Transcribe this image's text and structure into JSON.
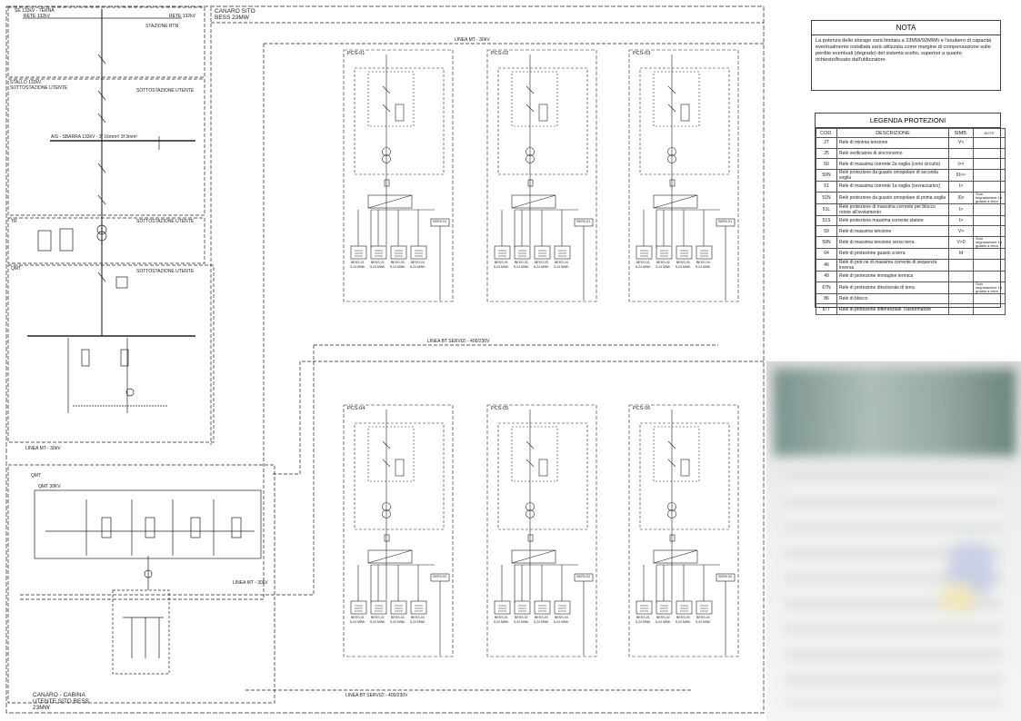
{
  "left_column": {
    "se_label": "SE 132kV - TERNA",
    "rete_label": "RETE 132kV",
    "rete_label_right": "RETE 132kV",
    "stazione_rtn": "STAZIONE RTN",
    "stallo_label": "STALLO 132kV SOTTOSTAZIONE UTENTE",
    "sottostazione_1": "SOTTOSTAZIONE UTENTE",
    "sottostazione_2": "SOTTOSTAZIONE UTENTE",
    "sottostazione_3": "SOTTOSTAZIONE UTENTE",
    "tr_label": "TR",
    "qmt_label": "QMT",
    "sbarra_label": "AIS - SBARRA 132kV - 3f 16mm²/ 3f 3mm²",
    "linea_mt_label": "LINEA MT - 30kV",
    "bottom_label": "CANARO - CABINA UTENTE SITO BESS 23MW",
    "qmt30_label": "QMT 30KV",
    "qmt_small": "QMT",
    "linea_mt_30kv": "LINEA MT - 30kV"
  },
  "header": {
    "canaro_label": "CANARO SITO BESS 23MW"
  },
  "pcs_blocks": [
    {
      "label": "PCS-01",
      "bess": [
        "BESS-01",
        "BESS-02",
        "BESS-03",
        "BESS-04"
      ],
      "serv": "SERV.01"
    },
    {
      "label": "PCS-02",
      "bess": [
        "BESS-01",
        "BESS-02",
        "BESS-03",
        "BESS-04"
      ],
      "serv": "SERV.01"
    },
    {
      "label": "PCS-03",
      "bess": [
        "BESS-01",
        "BESS-02",
        "BESS-03",
        "BESS-04"
      ],
      "serv": "SERV.01"
    },
    {
      "label": "PCS-04",
      "bess": [
        "BESS-01",
        "BESS-02",
        "BESS-03",
        "BESS-04"
      ],
      "serv": "SERV.02"
    },
    {
      "label": "PCS-05",
      "bess": [
        "BESS-01",
        "BESS-02",
        "BESS-03",
        "BESS-04"
      ],
      "serv": "SERV.02"
    },
    {
      "label": "PCS-06",
      "bess": [
        "BESS-01",
        "BESS-02",
        "BESS-03",
        "BESS-04"
      ],
      "serv": "SERV.02"
    }
  ],
  "bess_capacity": "5,24 MWh",
  "linea_bt_label": "LINEA BT SERVIZI - 400/230V",
  "linea_mt_top": "LINEA MT - 30kV",
  "nota": {
    "title": "NOTA",
    "text": "La potenza dello storage sarà limitata a 23MW/92MWh e l'esubero di capacità eventualmente installata sarà utilizzata come margine di compensazione sulle perdite eventuali (degrado) del sistema scelto, superiori a quanto richiesto/fissato dall'utilizzatore."
  },
  "legenda": {
    "title": "LEGENDA PROTEZIONI",
    "headers": {
      "cod": "COD.",
      "desc": "DESCRIZIONE",
      "simb": "SIMB.",
      "note": "NOTE"
    },
    "rows": [
      {
        "cod": "27",
        "desc": "Relè di minima tensione",
        "simb": "V<",
        "note": ""
      },
      {
        "cod": "25",
        "desc": "Relè verificatore di sincronismo",
        "simb": "",
        "note": ""
      },
      {
        "cod": "50",
        "desc": "Relè di massima corrente 2a soglia (corto circuito)",
        "simb": "I>>",
        "note": ""
      },
      {
        "cod": "50N",
        "desc": "Relè protezione da guasto omopolare di seconda soglia",
        "simb": "I0>>",
        "note": ""
      },
      {
        "cod": "51",
        "desc": "Relè di massima corrente 1a soglia (sovraccarico)",
        "simb": "I>",
        "note": ""
      },
      {
        "cod": "51N",
        "desc": "Relè protezione da guasto omopolare di prima soglia",
        "simb": "I0>",
        "note": "Solo segnalazione 1o guasto a terra"
      },
      {
        "cod": "51L",
        "desc": "Relè protezione di massima corrente per blocco rotore all'avviamento",
        "simb": "I>",
        "note": ""
      },
      {
        "cod": "51S",
        "desc": "Relè protezione massima corrente statore",
        "simb": "I>",
        "note": ""
      },
      {
        "cod": "59",
        "desc": "Relè di massima tensione",
        "simb": "V>",
        "note": ""
      },
      {
        "cod": "59N",
        "desc": "Relè di massima tensione verso terra",
        "simb": "V>0",
        "note": "Solo segnalazione 1o guasto a terra"
      },
      {
        "cod": "64",
        "desc": "Relè di protezione guasto a terra",
        "simb": "Id",
        "note": ""
      },
      {
        "cod": "46",
        "desc": "Relè di prot.ne di massima corrente di sequenza inversa",
        "simb": "",
        "note": ""
      },
      {
        "cod": "49",
        "desc": "Relè di protezione immagine termica",
        "simb": "",
        "note": ""
      },
      {
        "cod": "67N",
        "desc": "Relè di protezione direzionale di terra",
        "simb": "",
        "note": "Solo segnalazione 1o guasto a terra"
      },
      {
        "cod": "86",
        "desc": "Relè di blocco",
        "simb": "",
        "note": ""
      },
      {
        "cod": "87T",
        "desc": "Relè di protezione differenziale Trasformatore",
        "simb": "",
        "note": ""
      }
    ]
  },
  "colors": {
    "line": "#222222",
    "dash": "#333333"
  }
}
